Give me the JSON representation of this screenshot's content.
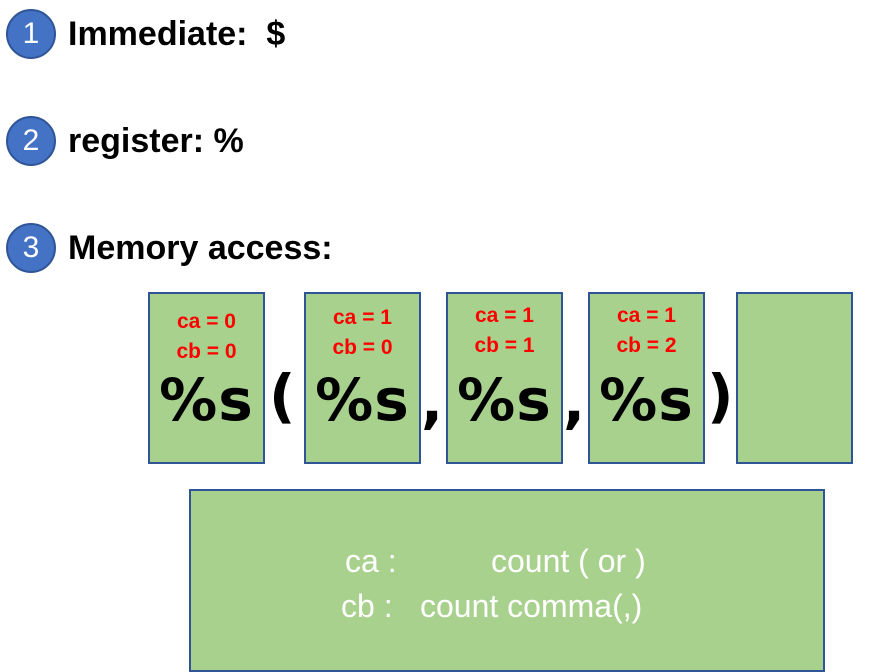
{
  "bullets": [
    {
      "number": "1",
      "text": "Immediate:  $"
    },
    {
      "number": "2",
      "text": "register: %"
    },
    {
      "number": "3",
      "text": "Memory access:"
    }
  ],
  "boxes": [
    {
      "ca": "ca = 0",
      "cb": "cb = 0",
      "operand": "%s"
    },
    {
      "ca": "ca = 1",
      "cb": "cb = 0",
      "operand": "%s"
    },
    {
      "ca": "ca = 1",
      "cb": "cb = 1",
      "operand": "%s"
    },
    {
      "ca": "ca = 1",
      "cb": "cb = 2",
      "operand": "%s"
    },
    {
      "ca": "",
      "cb": "",
      "operand": ""
    }
  ],
  "separators": [
    "(",
    ",",
    ",",
    ")"
  ],
  "legend": {
    "ca_label": "ca :",
    "ca_desc": "count ( or )",
    "cb_label": "cb :",
    "cb_desc": "count comma(,)"
  },
  "colors": {
    "badge": "#4472c4",
    "box_fill": "#a9d18e",
    "box_border": "#2f5597",
    "state_text": "#ff0000",
    "legend_text": "#ffffff"
  }
}
